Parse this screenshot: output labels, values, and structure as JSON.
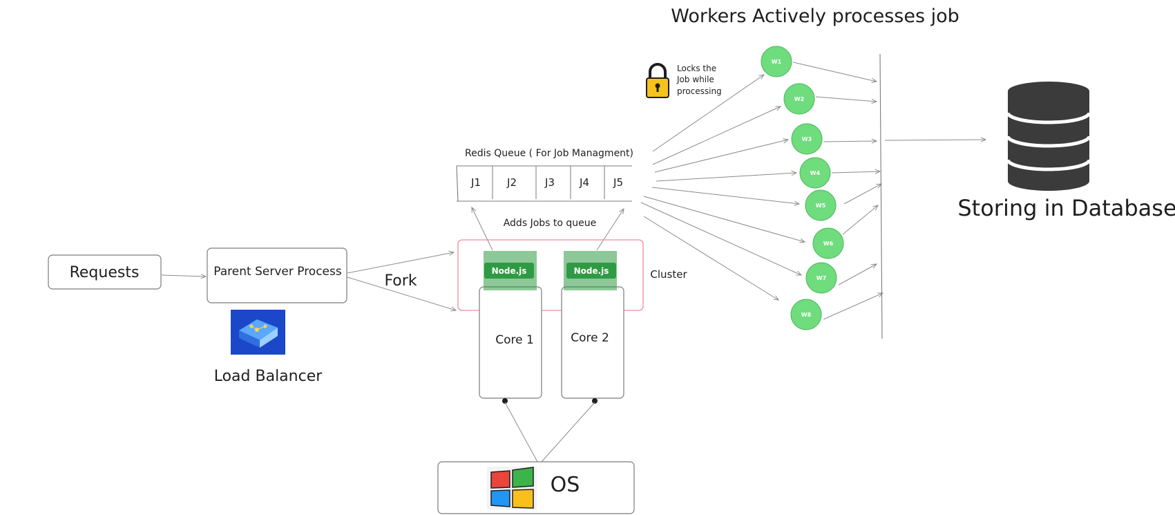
{
  "title": "Workers Actively processes job",
  "requests": "Requests",
  "parent_server": "Parent Server Process",
  "fork": "Fork",
  "load_balancer": "Load Balancer",
  "redis_queue": "Redis Queue ( For Job Managment)",
  "jobs": [
    "J1",
    "J2",
    "J3",
    "J4",
    "J5"
  ],
  "adds_jobs": "Adds Jobs to queue",
  "cluster": "Cluster",
  "nodejs": "Node.js",
  "cores": [
    "Core 1",
    "Core 2"
  ],
  "os": "OS",
  "lock_note": [
    "Locks the",
    "Job while",
    "processing"
  ],
  "workers": [
    "W1",
    "W2",
    "W3",
    "W4",
    "W5",
    "W6",
    "W7",
    "W8"
  ],
  "database": "Storing in Database",
  "colors": {
    "worker": "#6fdc7d",
    "cluster_border": "#f08a9a",
    "nodejs": "#2f9a44",
    "lock": "#f6c21c",
    "database": "#3b3b3b"
  },
  "icons": [
    "lock-icon",
    "server-chip-icon",
    "windows-logo-icon",
    "database-icon",
    "nodejs-logo-icon"
  ]
}
